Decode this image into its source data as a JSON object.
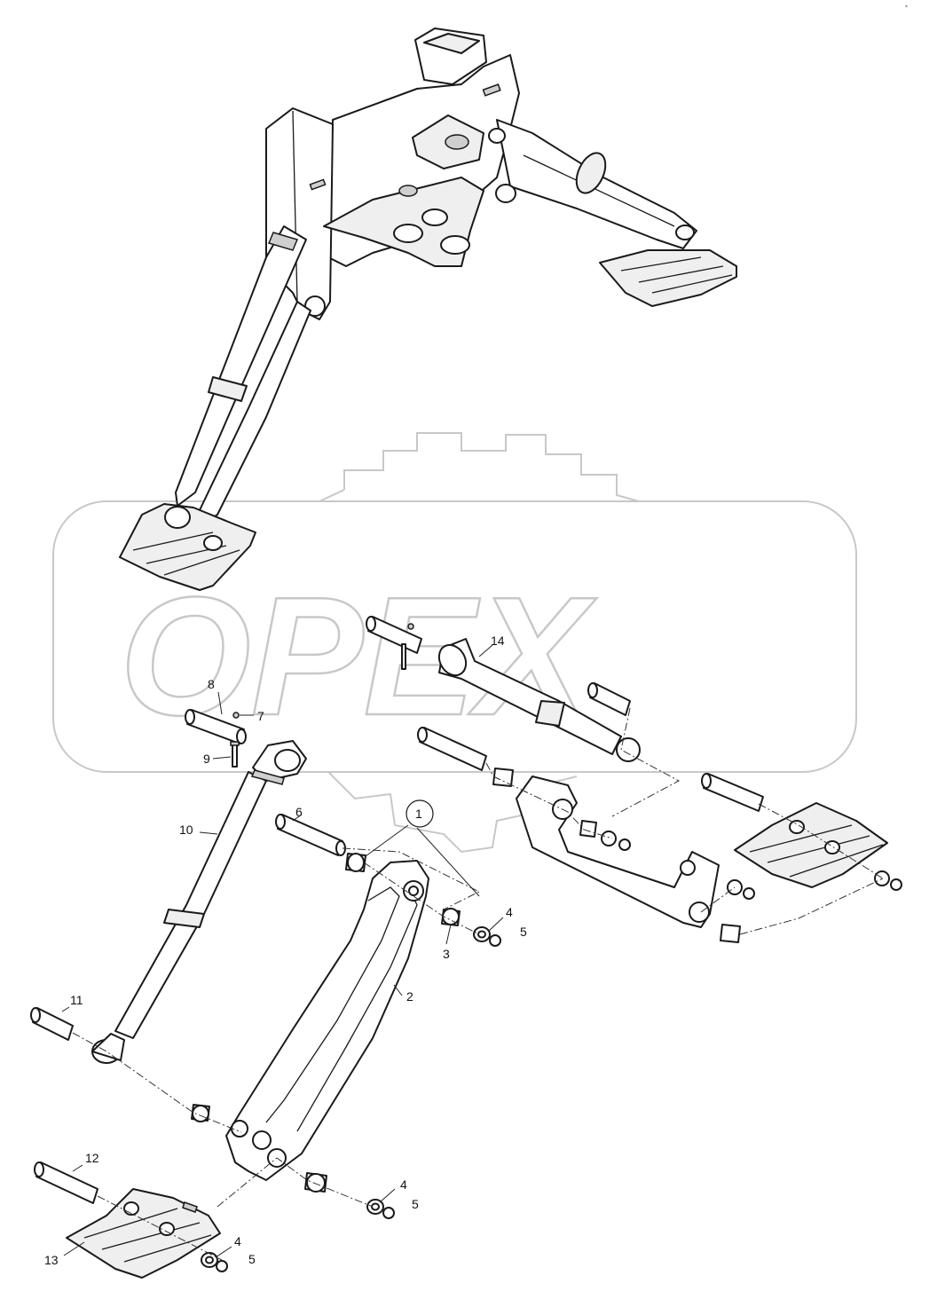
{
  "watermark": {
    "text": "OPEX"
  },
  "corner_mark": {
    "text": "*"
  },
  "callouts": {
    "c1": "1",
    "c2": "2",
    "c3": "3",
    "c4a": "4",
    "c4b": "4",
    "c4c": "4",
    "c5a": "5",
    "c5b": "5",
    "c5c": "5",
    "c6": "6",
    "c7": "7",
    "c8": "8",
    "c9": "9",
    "c10": "10",
    "c11": "11",
    "c12": "12",
    "c13": "13",
    "c14": "14"
  },
  "colors": {
    "line": "#1a1a1a",
    "watermark": "#c8c8c8",
    "background": "#ffffff"
  }
}
